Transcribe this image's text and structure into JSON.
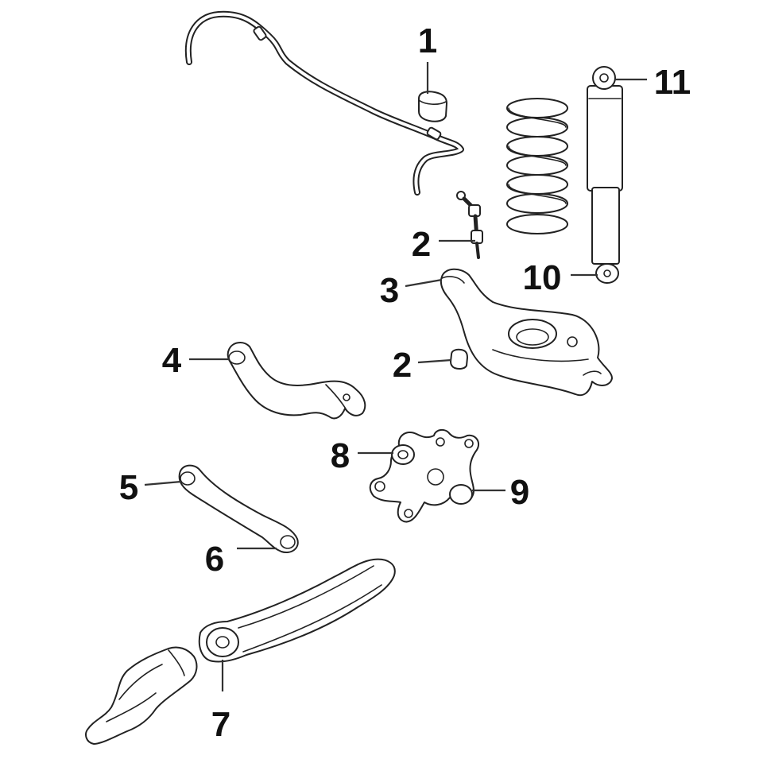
{
  "diagram": {
    "callouts": [
      {
        "id": "c1",
        "label": "1"
      },
      {
        "id": "c2a",
        "label": "2"
      },
      {
        "id": "c3",
        "label": "3"
      },
      {
        "id": "c2b",
        "label": "2"
      },
      {
        "id": "c4",
        "label": "4"
      },
      {
        "id": "c5",
        "label": "5"
      },
      {
        "id": "c6",
        "label": "6"
      },
      {
        "id": "c7",
        "label": "7"
      },
      {
        "id": "c8",
        "label": "8"
      },
      {
        "id": "c9",
        "label": "9"
      },
      {
        "id": "c10",
        "label": "10"
      },
      {
        "id": "c11",
        "label": "11"
      }
    ]
  }
}
